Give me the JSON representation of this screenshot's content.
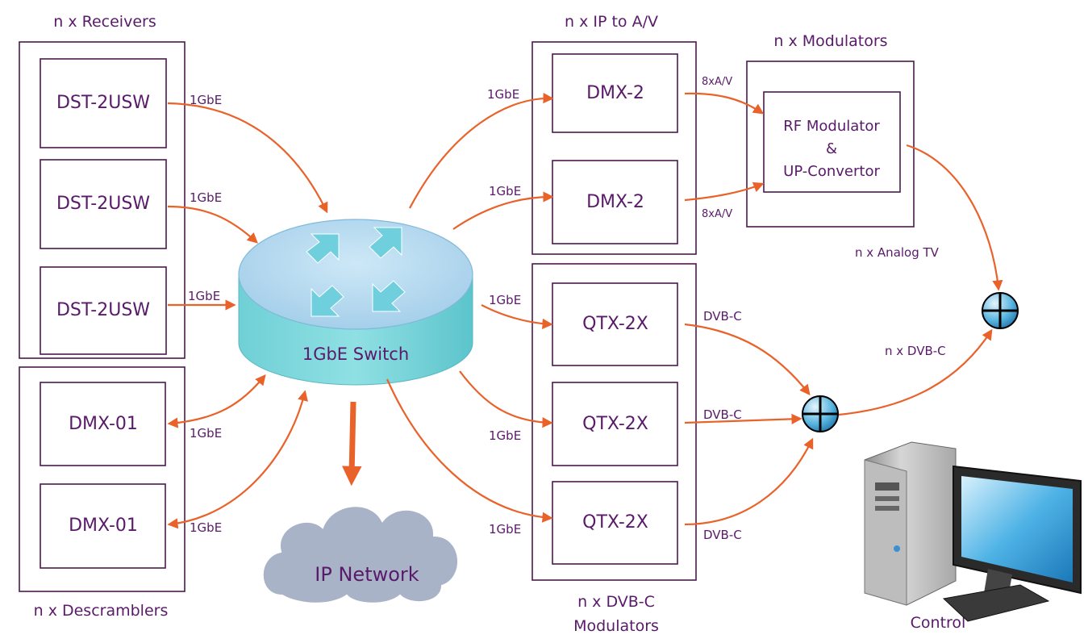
{
  "headers": {
    "receivers": "n  x  Receivers",
    "descramblers": "n  x  Descramblers",
    "ip_to_av": "n  x  IP  to  A/V",
    "modulators": "n  x  Modulators",
    "dvbc_line1": "n  x  DVB-C",
    "dvbc_line2": "Modulators",
    "control": "Control"
  },
  "devices": {
    "receiver_1": "DST-2USW",
    "receiver_2": "DST-2USW",
    "receiver_3": "DST-2USW",
    "descrambler_1": "DMX-01",
    "descrambler_2": "DMX-01",
    "ipav_1": "DMX-2",
    "ipav_2": "DMX-2",
    "rf_line1": "RF  Modulator",
    "rf_line2": "&",
    "rf_line3": "UP-Convertor",
    "qtx_1": "QTX-2X",
    "qtx_2": "QTX-2X",
    "qtx_3": "QTX-2X"
  },
  "switch_label": "1GbE  Switch",
  "cloud_label": "IP  Network",
  "links": {
    "gbe": "1GbE",
    "av": "8xA/V",
    "dvbc": "DVB-C",
    "analog_tv": "n  x  Analog  TV",
    "n_dvbc": "n  x  DVB-C"
  },
  "colors": {
    "arrow": "#e9622a",
    "text": "#5a1a6a",
    "switch_top": "#aed7ee",
    "switch_side": "#86d9df",
    "cloud": "#aab4c8"
  }
}
